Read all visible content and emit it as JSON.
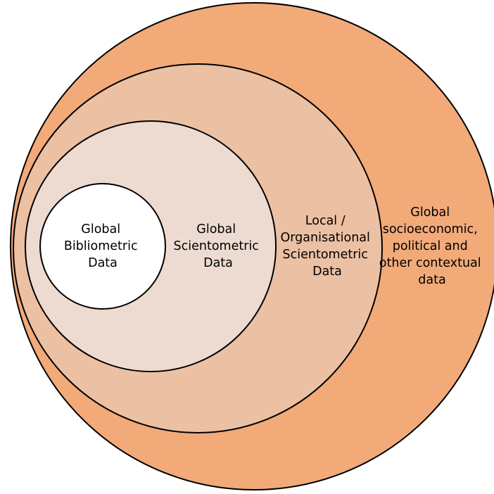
{
  "colors": {
    "outer": "#f2aa79",
    "middle": "#ecc0a3",
    "inner": "#eddbd1",
    "core": "#ffffff",
    "stroke": "#000000"
  },
  "circles": [
    {
      "id": "contextual",
      "lines": [
        "Global",
        "socioeconomic,",
        "political and",
        "other contextual",
        "data"
      ]
    },
    {
      "id": "local",
      "lines": [
        "Local /",
        "Organisational",
        "Scientometric",
        "Data"
      ]
    },
    {
      "id": "scientometric",
      "lines": [
        "Global",
        "Scientometric",
        "Data"
      ]
    },
    {
      "id": "bibliometric",
      "lines": [
        "Global",
        "Bibliometric",
        "Data"
      ]
    }
  ]
}
